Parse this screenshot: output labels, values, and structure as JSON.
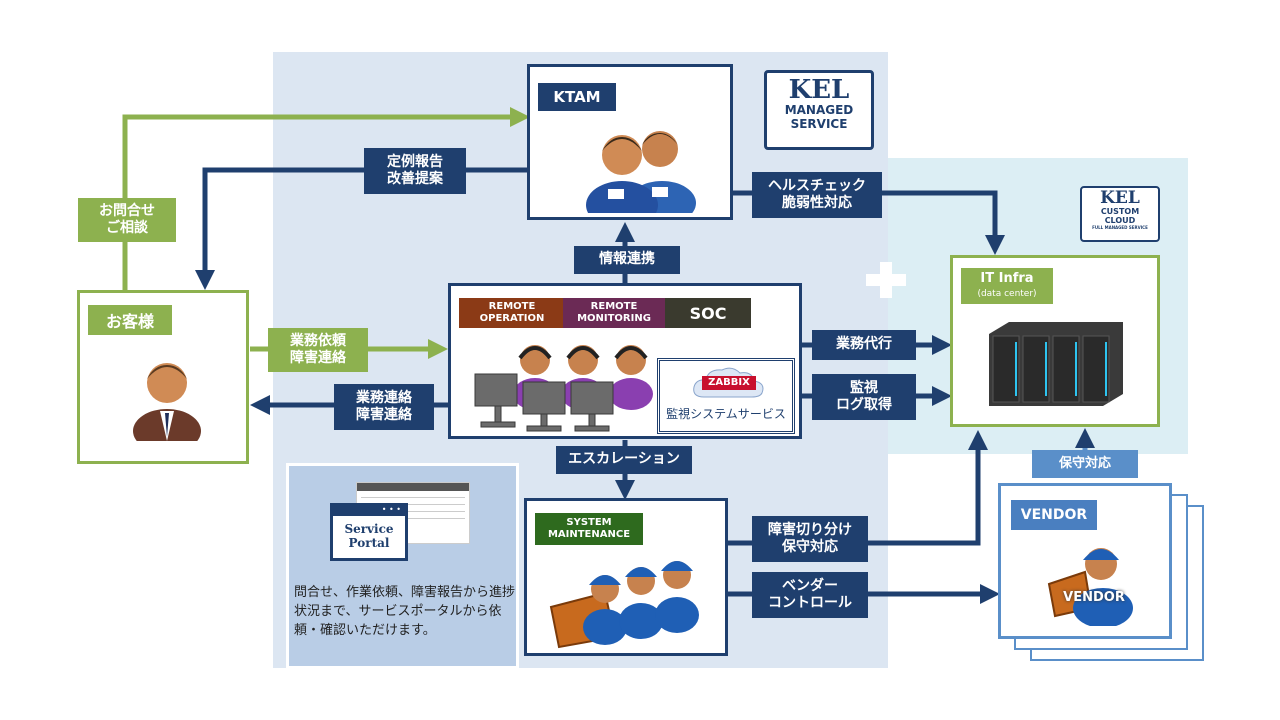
{
  "ktam": {
    "title": "KTAM"
  },
  "kel_managed": {
    "line1": "KEL",
    "line2": "MANAGED",
    "line3": "SERVICE"
  },
  "kel_custom": {
    "line1": "KEL",
    "line2": "CUSTOM",
    "line3": "CLOUD",
    "line4": "FULL MANAGED SERVICE"
  },
  "customer": {
    "title": "お客様"
  },
  "soc_panel": {
    "remote_operation": "REMOTE OPERATION",
    "remote_monitoring": "REMOTE MONITORING",
    "soc": "SOC",
    "zabbix": "ZABBIX",
    "monitoring_service": "監視システムサービス"
  },
  "system_maintenance": {
    "title": "SYSTEM MAINTENANCE"
  },
  "it_infra": {
    "title": "IT Infra",
    "subtitle": "(data center)"
  },
  "vendor": {
    "title": "VENDOR",
    "badge": "VENDOR"
  },
  "portal": {
    "logo_line1": "Service",
    "logo_line2": "Portal",
    "description": "問合せ、作業依頼、障害報告から進捗状況まで、サービスポータルから依頼・確認いただけます。"
  },
  "labels": {
    "inquiry_1": "お問合せ",
    "inquiry_2": "ご相談",
    "report_1": "定例報告",
    "report_2": "改善提案",
    "health_1": "ヘルスチェック",
    "health_2": "脆弱性対応",
    "info_link": "情報連携",
    "request_1": "業務依頼",
    "request_2": "障害連絡",
    "contact_1": "業務連絡",
    "contact_2": "障害連絡",
    "proxy": "業務代行",
    "monitor_1": "監視",
    "monitor_2": "ログ取得",
    "escalation": "エスカレーション",
    "isolate_1": "障害切り分け",
    "isolate_2": "保守対応",
    "vendor_ctrl_1": "ベンダー",
    "vendor_ctrl_2": "コントロール",
    "maintenance": "保守対応"
  }
}
